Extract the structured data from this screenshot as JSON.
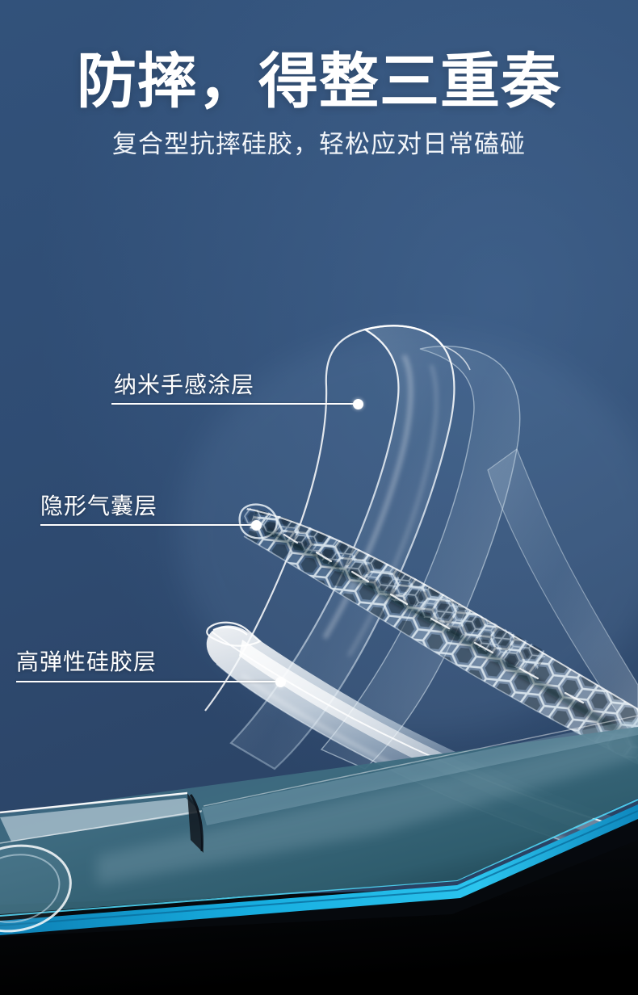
{
  "poster": {
    "headline": "防摔，得整三重奏",
    "subtitle": "复合型抗摔硅胶，轻松应对日常磕碰",
    "background_top_color": "#32527B",
    "background_bottom_color": "#27405F",
    "accent_color": "#FFFFFF",
    "phone_edge_accent_color": "#13A6D8",
    "phone_body_color": "#050608"
  },
  "callouts": [
    {
      "id": "nano-coating",
      "label": "纳米手感涂层",
      "line_color": "#FFFFFF",
      "dot_color": "#FFFFFF"
    },
    {
      "id": "airbag-layer",
      "label": "隐形气囊层",
      "line_color": "#FFFFFF",
      "dot_color": "#FFFFFF"
    },
    {
      "id": "silicone-layer",
      "label": "高弹性硅胶层",
      "line_color": "#FFFFFF",
      "dot_color": "#FFFFFF"
    }
  ],
  "artwork": {
    "nano_sheet_name": "curved-translucent-sheet",
    "airbag_mesh_name": "honeycomb-air-cushion-mesh",
    "silicone_strip_name": "glossy-silicone-strip",
    "phone_name": "phone-with-clear-case",
    "camera_ring_name": "camera-cutout-ring"
  }
}
